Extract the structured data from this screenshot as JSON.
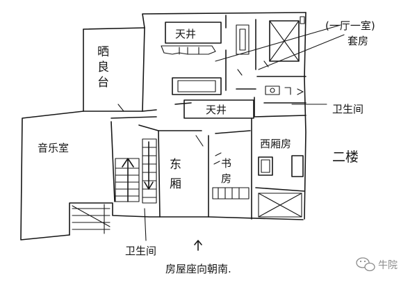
{
  "diagram": {
    "rooms": {
      "drying_terrace": "晒良台",
      "courtyard_top": "天井",
      "courtyard_mid": "天井",
      "music_room": "音乐室",
      "east_wing": "东厢",
      "study": "书房",
      "west_wing": "西厢房"
    },
    "annotations": {
      "suite": "(一厅一室)",
      "suite_sub": "套房",
      "bathroom_right": "卫生间",
      "bathroom_bottom": "卫生间",
      "floor": "二楼",
      "orientation": "房屋座向朝南."
    },
    "watermark": {
      "brand": "牛院",
      "icon": "wechat-icon"
    }
  }
}
